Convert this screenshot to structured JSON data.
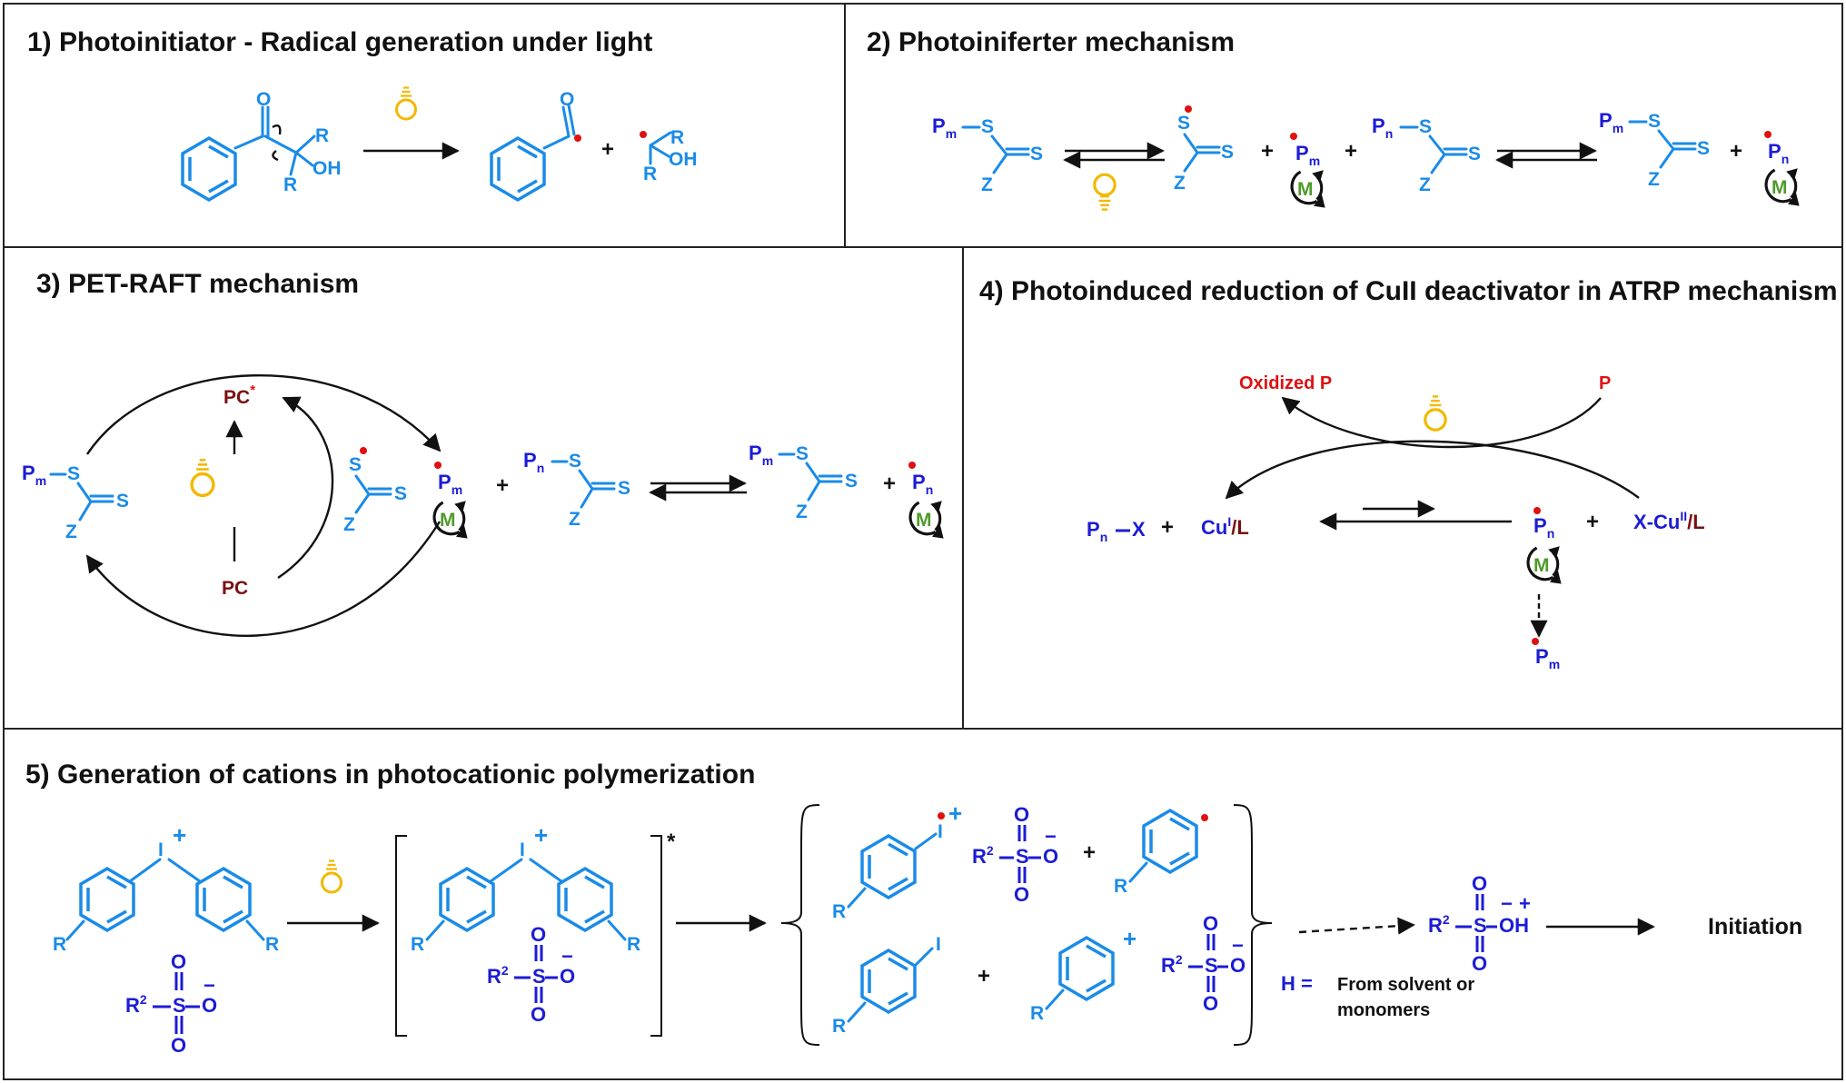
{
  "panels": {
    "p1": {
      "title": "1) Photoinitiator -  Radical generation under light"
    },
    "p2": {
      "title": "2) Photoiniferter mechanism"
    },
    "p3": {
      "title": "3) PET-RAFT mechanism"
    },
    "p4": {
      "title": "4) Photoinduced reduction of CuII deactivator in ATRP mechanism"
    },
    "p5": {
      "title": "5) Generation of cations in photocationic polymerization"
    }
  },
  "labels": {
    "R": "R",
    "OH": "OH",
    "O": "O",
    "S": "S",
    "Z": "Z",
    "M": "M",
    "P": "P",
    "I": "I",
    "m": "m",
    "n": "n",
    "plus": "+",
    "minus": "−",
    "star": "*",
    "PC": "PC",
    "PCstar": "PC",
    "oxidized": "Oxidized P",
    "PX": "P",
    "X": "X",
    "Cu": "Cu",
    "CuI_sup": "I",
    "L": "/L",
    "XCu": "X-Cu",
    "CuII_sup": "II",
    "R2": "R",
    "two": "2",
    "H": "H =",
    "solvent": "From solvent or",
    "monomers": "monomers",
    "initiation": "Initiation"
  },
  "colors": {
    "blue": "#1a8be8",
    "dark_blue": "#1c1cd6",
    "red": "#e01010",
    "maroon": "#7a1010",
    "green": "#4f9a2a",
    "bulb": "#f4b800"
  }
}
